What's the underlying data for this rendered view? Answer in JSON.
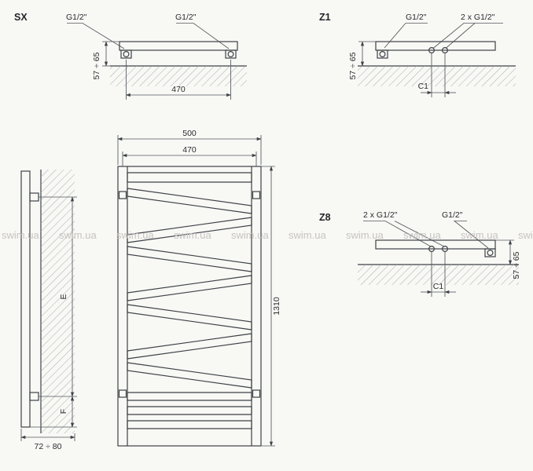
{
  "drawing": {
    "watermark": "swim.ua",
    "views": {
      "sx": {
        "label": "SX",
        "conn_left": "G1/2\"",
        "conn_right": "G1/2\"",
        "width": "470",
        "depth": "57 ÷ 65"
      },
      "z1": {
        "label": "Z1",
        "conn_single": "G1/2\"",
        "conn_pair": "2 x G1/2\"",
        "spacing": "C1",
        "depth": "57 ÷ 65"
      },
      "z8": {
        "label": "Z8",
        "conn_pair": "2 x G1/2\"",
        "conn_single": "G1/2\"",
        "spacing": "C1",
        "depth": "57 ÷ 65"
      },
      "side": {
        "bracket_span": "E",
        "bottom_offset": "F",
        "wall_distance": "72 ÷ 80"
      },
      "front": {
        "overall_width": "500",
        "connection_width": "470",
        "overall_height": "1310"
      }
    }
  }
}
